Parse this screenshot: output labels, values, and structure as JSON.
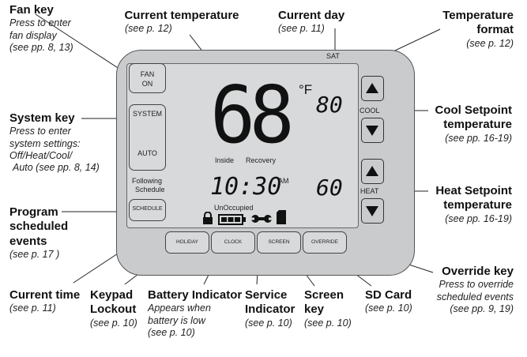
{
  "callouts": {
    "fan_key": {
      "title": "Fan key",
      "desc1": "Press to enter",
      "desc2": "fan display",
      "desc3": "(see pp. 8, 13)"
    },
    "current_temperature": {
      "title": "Current temperature",
      "desc": "(see p. 12)"
    },
    "current_day": {
      "title": "Current day",
      "desc": "(see p. 11)"
    },
    "temperature_format": {
      "title1": "Temperature",
      "title2": "format",
      "desc": "(see p. 12)"
    },
    "system_key": {
      "title": "System key",
      "desc1": "Press to enter",
      "desc2": "system settings:",
      "desc3": "Off/Heat/Cool/",
      "desc4": "Auto (see pp. 8, 14)"
    },
    "cool_setpoint": {
      "title1": "Cool Setpoint",
      "title2": "temperature",
      "desc": "(see pp. 16-19)"
    },
    "heat_setpoint": {
      "title1": "Heat Setpoint",
      "title2": "temperature",
      "desc": "(see pp. 16-19)"
    },
    "program_events": {
      "title1": "Program",
      "title2": "scheduled",
      "title3": "events",
      "desc": "(see p. 17 )"
    },
    "override_key": {
      "title": "Override key",
      "desc1": "Press to override",
      "desc2": "scheduled events",
      "desc3": "(see pp. 9, 19)"
    },
    "current_time": {
      "title": "Current time",
      "desc": "(see p. 11)"
    },
    "keypad_lockout": {
      "title1": "Keypad",
      "title2": "Lockout",
      "desc": "(see p. 10)"
    },
    "battery_indicator": {
      "title": "Battery Indicator",
      "desc1": "Appears when",
      "desc2": "battery is low",
      "desc3": "(see p. 10)"
    },
    "service_indicator": {
      "title1": "Service",
      "title2": "Indicator",
      "desc": "(see p. 10)"
    },
    "screen_key": {
      "title1": "Screen",
      "title2": "key",
      "desc": "(see p. 10)"
    },
    "sd_card": {
      "title": "SD Card",
      "desc": "(see p. 10)"
    }
  },
  "device": {
    "fan_key": {
      "line1": "FAN",
      "line2": "ON"
    },
    "system_key": {
      "line1": "SYSTEM",
      "line2": "AUTO"
    },
    "schedule_key": "SCHEDULE",
    "following_schedule": {
      "line1": "Following",
      "line2": "Schedule"
    },
    "day": "SAT",
    "temp_unit": "°F",
    "current_temp": "68",
    "inside_label": "Inside",
    "recovery_label": "Recovery",
    "cool_setpoint": "80",
    "cool_label": "COOL",
    "heat_setpoint": "60",
    "heat_label": "HEAT",
    "time": "10:30",
    "am_pm": "AM",
    "occupancy": "UnOccupied",
    "bottom_keys": [
      "HOLIDAY",
      "CLOCK",
      "SCREEN",
      "OVERRIDE"
    ]
  }
}
